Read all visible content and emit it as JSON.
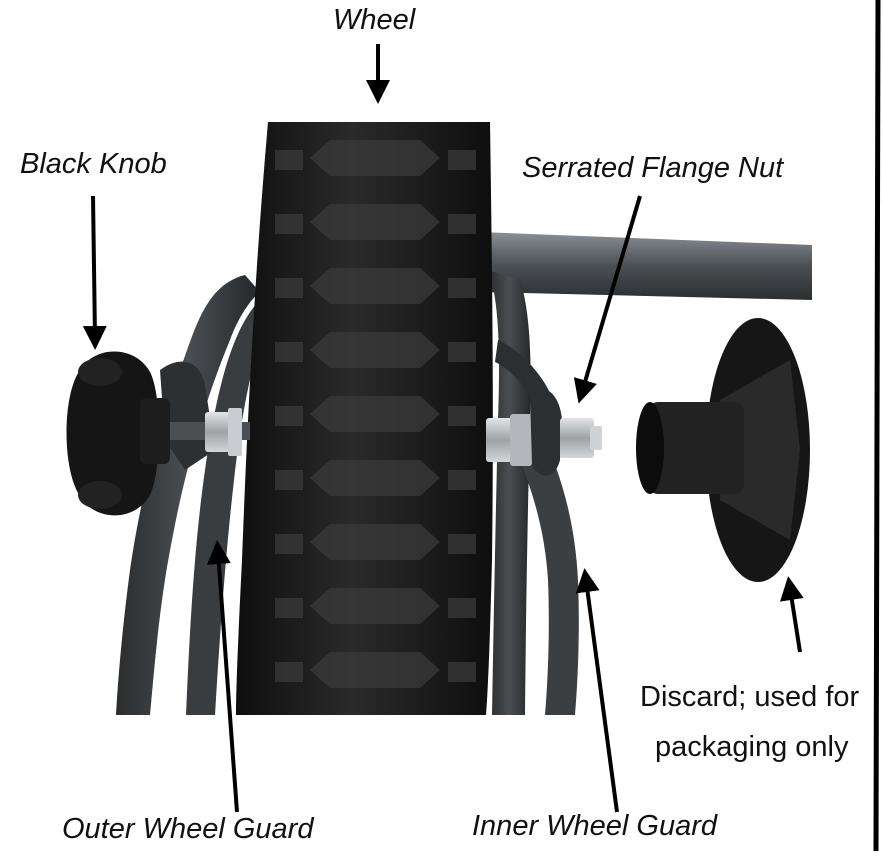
{
  "labels": {
    "wheel": "Wheel",
    "black_knob": "Black Knob",
    "serrated_flange_nut": "Serrated Flange Nut",
    "outer_wheel_guard": "Outer Wheel Guard",
    "inner_wheel_guard": "Inner Wheel Guard",
    "discard_line1": "Discard; used for",
    "discard_line2": "packaging only"
  },
  "colors": {
    "tire": "#1a1a1a",
    "frame": "#5e6266",
    "frame_dark": "#2a2c2e",
    "nut": "#b8bcc0",
    "knob": "#151515",
    "arrow": "#000000",
    "border": "#000000"
  }
}
